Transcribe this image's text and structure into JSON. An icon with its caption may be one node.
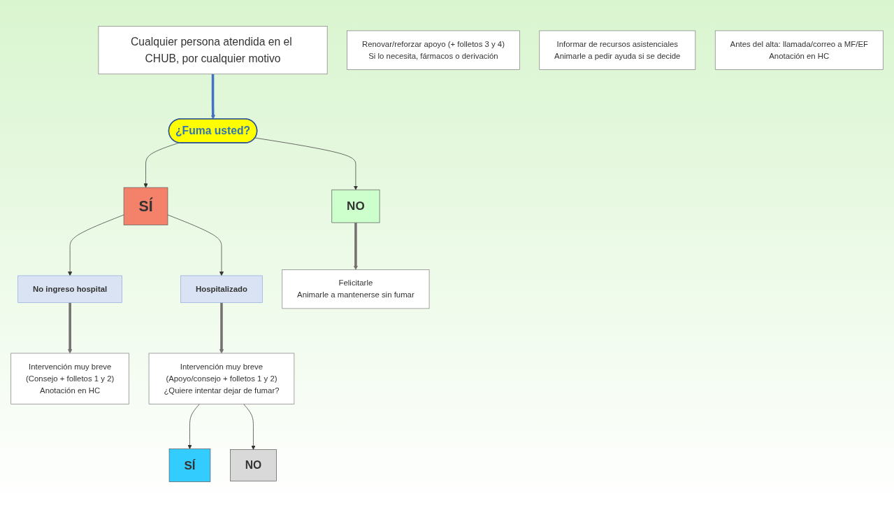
{
  "diagram": {
    "nodes": [
      {
        "text": [
          "Cualquier persona atendida en el CHUB, por cualquier motivo"
        ]
      },
      {
        "text": [
          "¿Fuma usted?"
        ]
      },
      {
        "text": [
          "SÍ"
        ]
      },
      {
        "text": [
          "NO"
        ]
      },
      {
        "text": [
          "No ingreso hospital"
        ]
      },
      {
        "text": [
          "Hospitalizado"
        ]
      },
      {
        "text": [
          "Felicitarle",
          "Animarle a mantenerse sin fumar"
        ]
      },
      {
        "text": [
          "Intervención muy breve",
          "(Consejo + folletos 1 y 2)",
          "Anotación en HC"
        ]
      },
      {
        "text": [
          "Intervención muy breve",
          "(Apoyo/consejo + folletos 1 y 2)",
          "¿Quiere intentar dejar de fumar?"
        ]
      },
      {
        "text": [
          "SÍ"
        ]
      },
      {
        "text": [
          "NO"
        ]
      },
      {
        "text": [
          "Renovar/reforzar apoyo (+ folletos 3 y 4)",
          "Si lo necesita, fármacos o derivación"
        ]
      },
      {
        "text": [
          "Informar de recursos asistenciales",
          "Animarle a pedir ayuda si se decide"
        ]
      },
      {
        "text": [
          "Antes del alta: llamada/correo a MF/EF",
          "Anotación en HC"
        ]
      }
    ],
    "edges": [
      {
        "from": 0,
        "to": 1,
        "arrow": "to",
        "style": "thick",
        "color": "#4472c4"
      },
      {
        "from": 1,
        "to": 2,
        "arrow": "to"
      },
      {
        "from": 1,
        "to": 3,
        "arrow": "to"
      },
      {
        "from": 2,
        "to": 4,
        "arrow": "to"
      },
      {
        "from": 2,
        "to": 5,
        "arrow": "to"
      },
      {
        "from": 3,
        "to": 6,
        "arrow": "to",
        "style": "thick",
        "color": "#767171"
      },
      {
        "from": 4,
        "to": 7,
        "arrow": "to",
        "style": "thick",
        "color": "#767171"
      },
      {
        "from": 5,
        "to": 8,
        "arrow": "to",
        "style": "thick",
        "color": "#767171"
      },
      {
        "from": 8,
        "to": 9,
        "arrow": "to"
      },
      {
        "from": 8,
        "to": 10,
        "arrow": "to"
      }
    ]
  }
}
